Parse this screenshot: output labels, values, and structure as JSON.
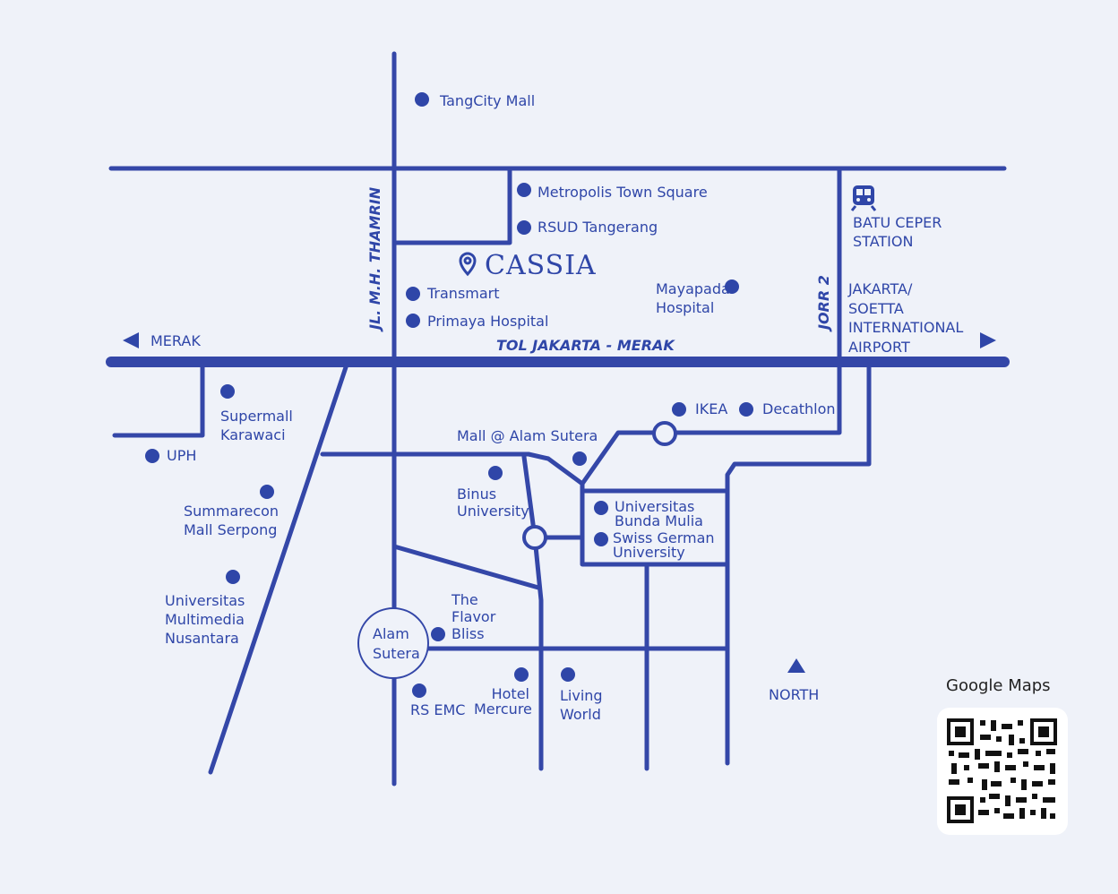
{
  "colors": {
    "background": "#eff2f9",
    "road": "#3447a8",
    "marker": "#2f46a8",
    "text": "#2f46a8"
  },
  "roads": {
    "main_toll": "TOL JAKARTA - MERAK",
    "thamrin": "JL. M.H. THAMRIN",
    "jorr": "JORR 2"
  },
  "directions": {
    "west": "MERAK",
    "east": "JAKARTA/\nSOETTA\nINTERNATIONAL\nAIRPORT",
    "north": "NORTH"
  },
  "brand": {
    "name": "CASSIA",
    "icon": "location-pin-icon"
  },
  "station": {
    "name": "BATU CEPER\nSTATION",
    "icon": "train-icon"
  },
  "landmarks": [
    "TangCity Mall",
    "Metropolis Town Square",
    "RSUD Tangerang",
    "Transmart",
    "Primaya Hospital",
    "Mayapada\nHospital",
    "Supermall\nKarawaci",
    "UPH",
    "Summarecon\nMall Serpong",
    "Universitas\nMultimedia\nNusantara",
    "IKEA",
    "Decathlon",
    "Mall @ Alam Sutera",
    "Binus\nUniversity",
    "Universitas\nBunda Mulia",
    "Swiss German\nUniversity",
    "The\nFlavor\nBliss",
    "Alam\nSutera",
    "RS EMC",
    "Hotel\nMercure",
    "Living\nWorld"
  ],
  "qr": {
    "title": "Google Maps",
    "icon": "qr-code-icon"
  }
}
